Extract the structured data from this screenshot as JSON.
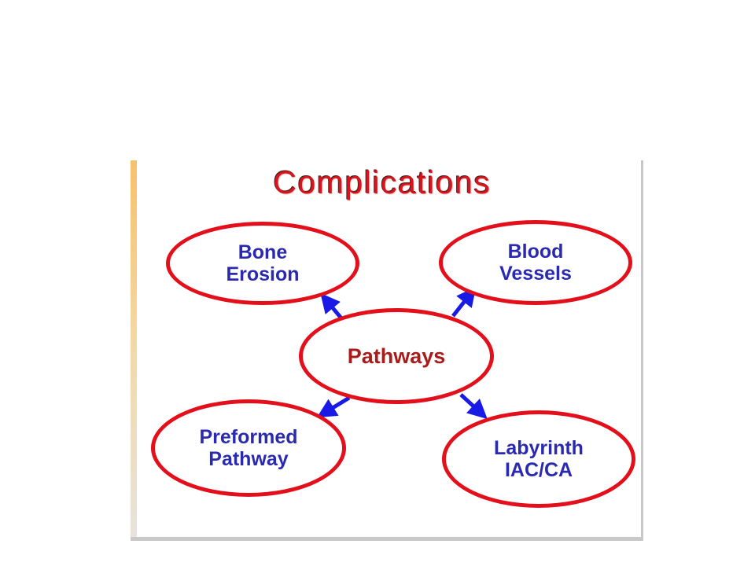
{
  "diagram": {
    "title": "Complications",
    "center": {
      "label": "Pathways"
    },
    "nodes": [
      {
        "id": "bone-erosion",
        "label": "Bone\nErosion"
      },
      {
        "id": "blood-vessels",
        "label": "Blood\nVessels"
      },
      {
        "id": "preformed-pathway",
        "label": "Preformed\nPathway"
      },
      {
        "id": "labyrinth",
        "label": "Labyrinth\nIAC/CA"
      }
    ],
    "colors": {
      "title": "#d8141c",
      "ellipse_border": "#e3101b",
      "node_text": "#2a2ab0",
      "center_text": "#a81c1c",
      "arrow": "#1a1ae6"
    }
  }
}
